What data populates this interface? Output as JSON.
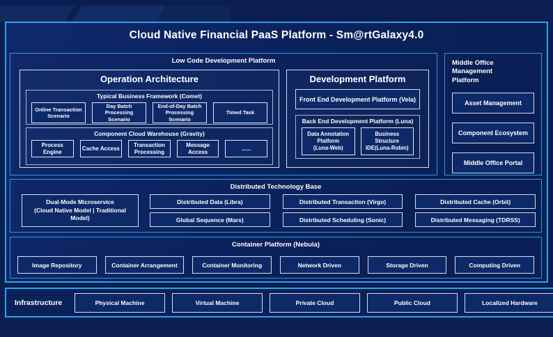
{
  "title": "Cloud Native Financial PaaS Platform - Sm@rtGalaxy4.0",
  "colors": {
    "background_navy": "#0A1E52",
    "border_cyan": "#2FA2E8",
    "border_white": "#D6DFEF",
    "box_fill": "#0D2968"
  },
  "low_code": {
    "label": "Low Code Development Platform",
    "operation_architecture": {
      "title": "Operation Architecture",
      "comet": {
        "label": "Typical Business Framework (Comet)",
        "items": [
          "Online Transaction Scenario",
          "Day Batch Processing Scenario",
          "End-of-Day Batch Processing Scenario",
          "Timed Task"
        ]
      },
      "gravity": {
        "label": "Component Cloud Warehouse (Gravity)",
        "items": [
          "Process Engine",
          "Cache Access",
          "Transaction Processing",
          "Message Access",
          "......"
        ]
      }
    },
    "development_platform": {
      "title": "Development Platform",
      "front_end": "Front End Development Platform (Vela)",
      "back_end": {
        "label": "Back End Development Platform (Luna)",
        "items": [
          "Data Annotation\nPlatform\n(Luna-Web)",
          "Business\nStructure\nIDE(Luna-Robin)"
        ]
      }
    }
  },
  "middle_office": {
    "label": "Middle Office Management\nPlatform",
    "items": [
      "Asset Management",
      "Component Ecosystem",
      "Middle Office Portal"
    ]
  },
  "distributed": {
    "label": "Distributed Technology Base",
    "dual_mode": "Dual-Mode Microservice\n(Cloud Native Model | Traditional\nModel)",
    "items": [
      "Distributed Data (Libra)",
      "Distributed Transaction (Virgo)",
      "Distributed Cache (Orbit)",
      "Global Sequence (Mars)",
      "Distributed Scheduling (Sonic)",
      "Distributed Messaging (TDRSS)"
    ]
  },
  "container_platform": {
    "label": "Container Platform (Nebula)",
    "items": [
      "Image Repository",
      "Container Arrangement",
      "Container Monitoring",
      "Network Driven",
      "Storage Driven",
      "Computing Driven"
    ]
  },
  "infrastructure": {
    "label": "Infrastructure",
    "items": [
      "Physical Machine",
      "Virtual Machine",
      "Private Cloud",
      "Public Cloud",
      "Localized Hardware"
    ]
  }
}
